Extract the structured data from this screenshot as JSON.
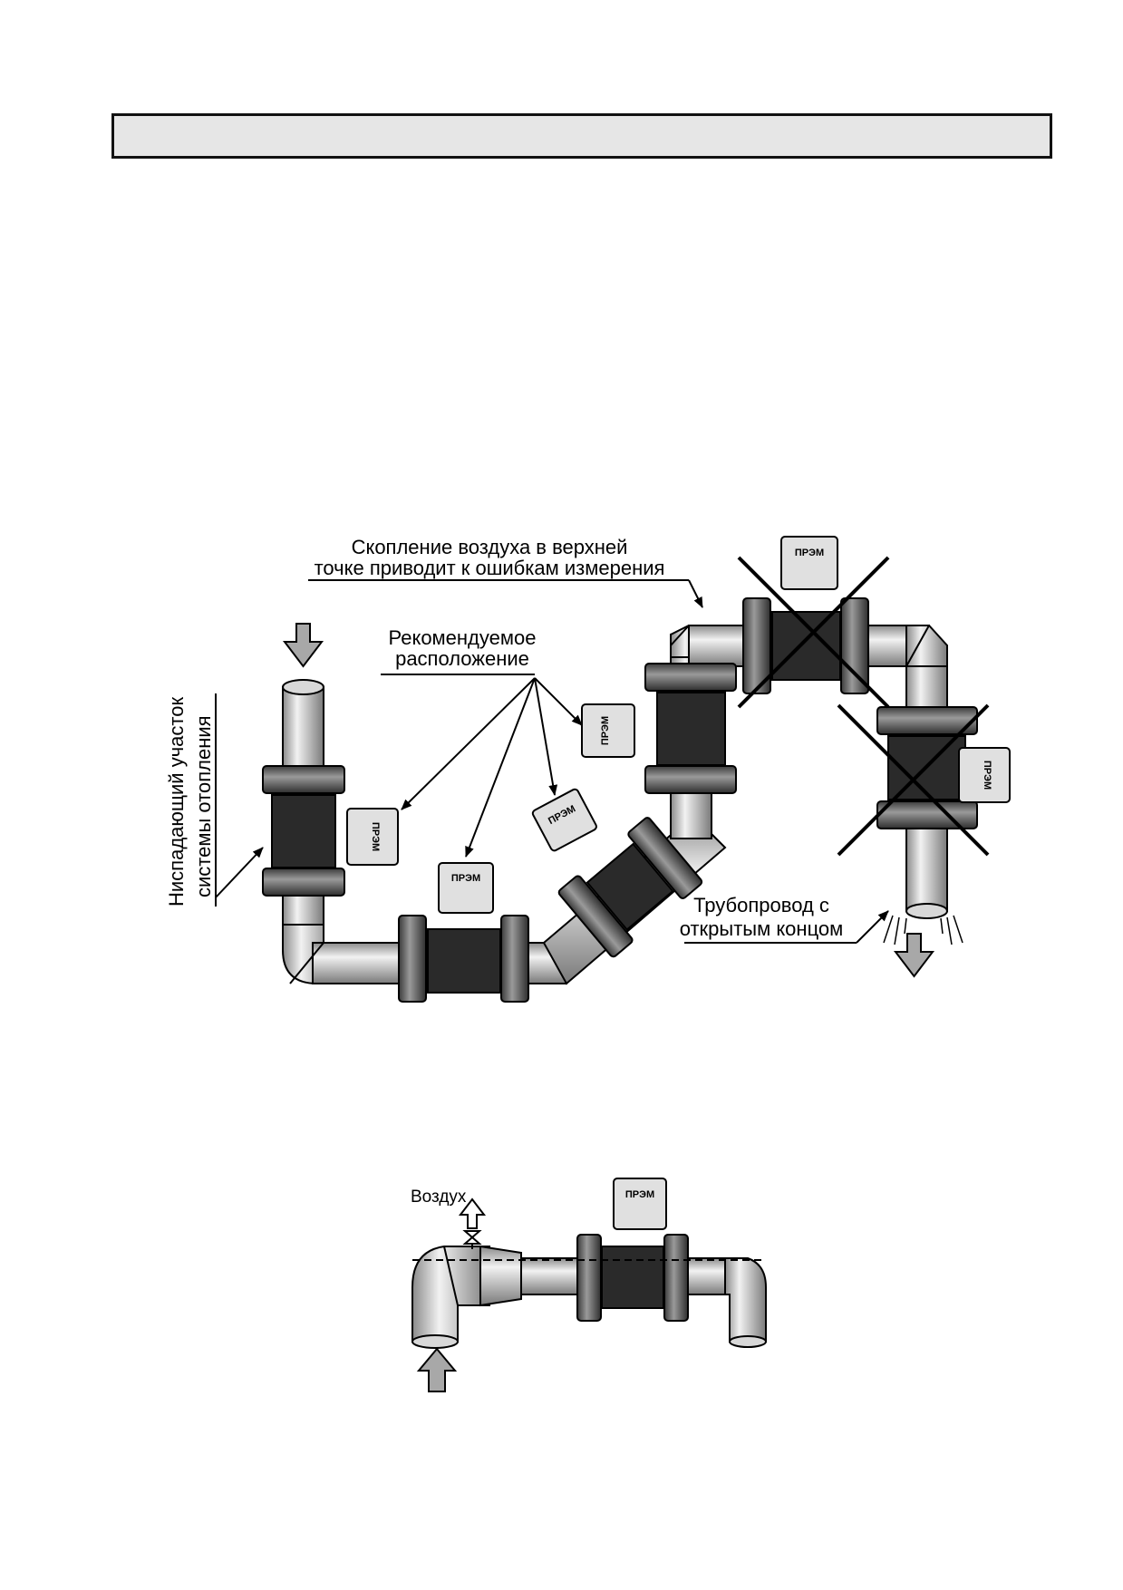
{
  "header": {
    "title": ""
  },
  "diagram1": {
    "label_air_accumulation_line1": "Скопление воздуха в верхней",
    "label_air_accumulation_line2": "точке приводит к ошибкам измерения",
    "label_recommended_line1": "Рекомендуемое",
    "label_recommended_line2": "расположение",
    "label_descending_line1": "Ниспадающий участок",
    "label_descending_line2": "системы отопления",
    "label_open_end_line1": "Трубопровод с",
    "label_open_end_line2": "открытым концом",
    "device_label": "ПРЭМ"
  },
  "diagram2": {
    "label_air": "Воздух",
    "device_label": "ПРЭМ"
  },
  "colors": {
    "pipe": "#c8c8c8",
    "flange": "#555555",
    "sensor_body": "#2a2a2a",
    "box": "#e0e0e0",
    "arrow": "#a8a8a8",
    "cross": "#000000"
  },
  "icons": [
    "flow-arrow-icon",
    "air-arrow-icon",
    "valve-icon",
    "flowmeter-icon",
    "cross-mark-icon"
  ]
}
